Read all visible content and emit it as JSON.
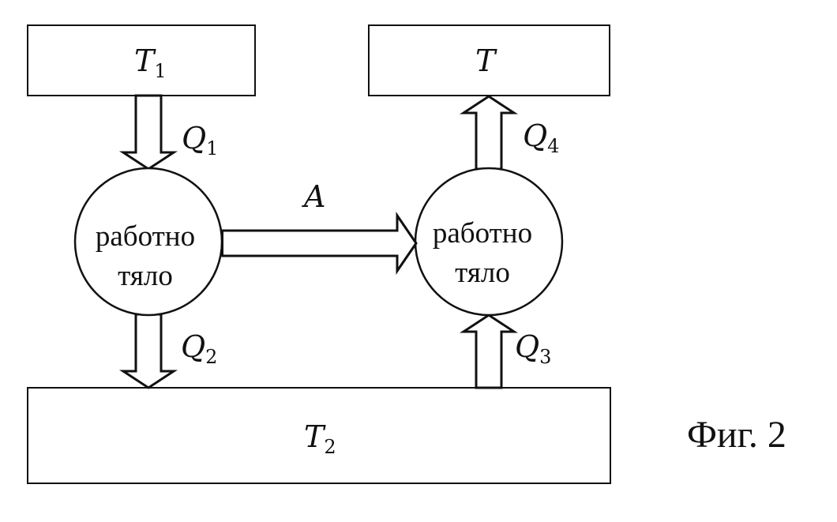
{
  "reservoirs": {
    "hot_left": {
      "symbol": "T",
      "subscript": "1"
    },
    "hot_right": {
      "symbol": "T",
      "subscript": ""
    },
    "cold": {
      "symbol": "T",
      "subscript": "2"
    }
  },
  "working_bodies": {
    "left": {
      "line1": "работно",
      "line2": "тяло"
    },
    "right": {
      "line1": "работно",
      "line2": "тяло"
    }
  },
  "flows": {
    "q1": {
      "symbol": "Q",
      "subscript": "1"
    },
    "q2": {
      "symbol": "Q",
      "subscript": "2"
    },
    "q3": {
      "symbol": "Q",
      "subscript": "3"
    },
    "q4": {
      "symbol": "Q",
      "subscript": "4"
    },
    "work": {
      "symbol": "A"
    }
  },
  "caption": "Фиг. 2"
}
